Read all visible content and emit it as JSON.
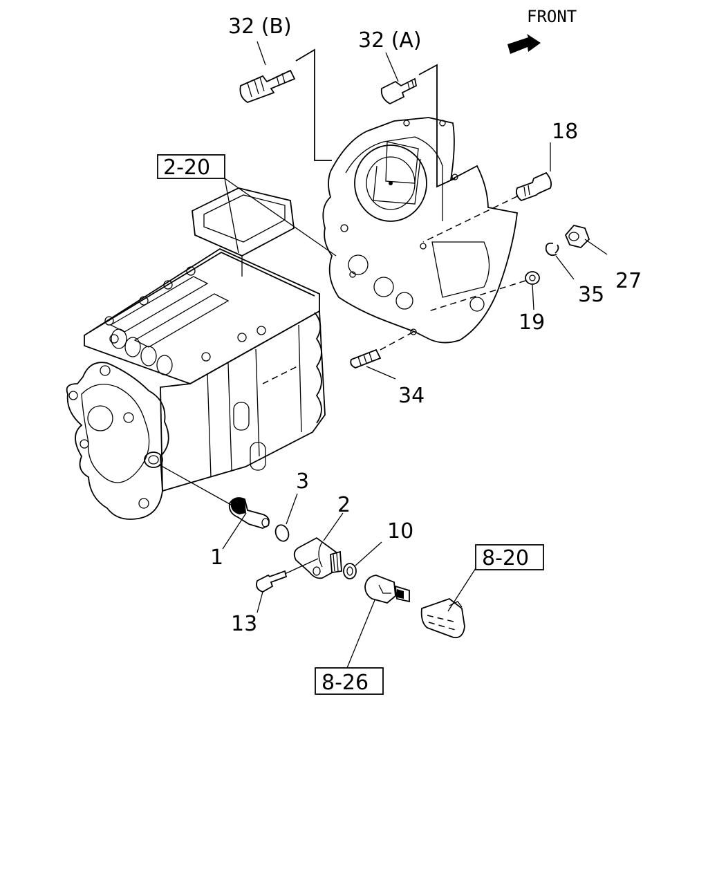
{
  "front_indicator": {
    "text": "FRONT",
    "icon": "front-arrow-icon"
  },
  "callouts": [
    {
      "id": "c32b",
      "label": "32 (B)"
    },
    {
      "id": "c32a",
      "label": "32 (A)"
    },
    {
      "id": "c18",
      "label": "18"
    },
    {
      "id": "c27",
      "label": "27"
    },
    {
      "id": "c35",
      "label": "35"
    },
    {
      "id": "c19",
      "label": "19"
    },
    {
      "id": "c34",
      "label": "34"
    },
    {
      "id": "c3",
      "label": "3"
    },
    {
      "id": "c2",
      "label": "2"
    },
    {
      "id": "c10",
      "label": "10"
    },
    {
      "id": "c1",
      "label": "1"
    },
    {
      "id": "c13",
      "label": "13"
    }
  ],
  "references": [
    {
      "id": "r220",
      "label": "2-20"
    },
    {
      "id": "r820",
      "label": "8-20"
    },
    {
      "id": "r826",
      "label": "8-26"
    }
  ]
}
